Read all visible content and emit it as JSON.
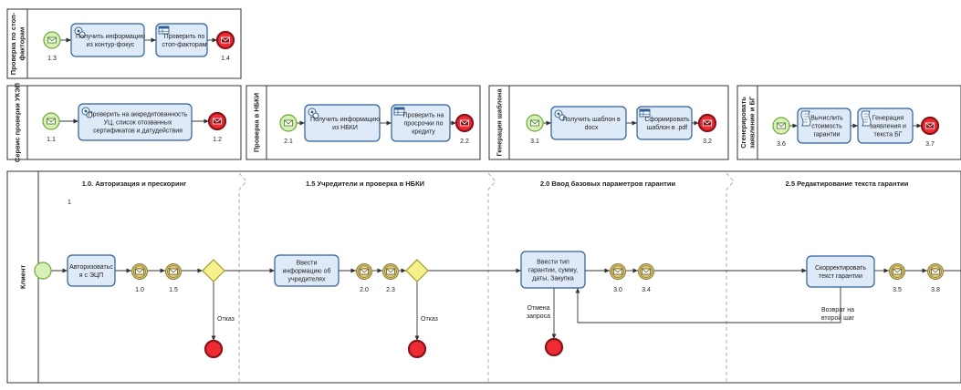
{
  "pools": [
    {
      "label_lines": [
        "Проверка по стоп-",
        "факторам"
      ]
    },
    {
      "label_lines": [
        "Сервис проверки УКЭП"
      ]
    },
    {
      "label_lines": [
        "Проверка в НБКИ"
      ]
    },
    {
      "label_lines": [
        "Генерация шаблона"
      ]
    },
    {
      "label_lines": [
        "Сгенерировать",
        "заявление и БГ"
      ]
    },
    {
      "label_lines": [
        "Клиент"
      ]
    }
  ],
  "tasks": [
    {
      "lines": [
        "Получить информацию",
        "из контур-фокус"
      ],
      "icon": "service-task-icon"
    },
    {
      "lines": [
        "Проверить по",
        "стоп-факторам"
      ],
      "icon": "business-rule-icon"
    },
    {
      "lines": [
        "Проверить на аккредитованность",
        "УЦ, список отозванных",
        "сертификатов и датудействия"
      ],
      "icon": "service-task-icon"
    },
    {
      "lines": [
        "Получить информацию",
        "из НБКИ"
      ],
      "icon": "service-task-icon"
    },
    {
      "lines": [
        "Проверить на",
        "просрочки по",
        "кредиту"
      ],
      "icon": "business-rule-icon"
    },
    {
      "lines": [
        "Получить шаблон в",
        "docx"
      ],
      "icon": "service-task-icon"
    },
    {
      "lines": [
        "Сформировать",
        "шаблон в .pdf"
      ],
      "icon": "business-rule-icon"
    },
    {
      "lines": [
        "Вычислить",
        "стоимость",
        "гарантии"
      ],
      "icon": "script-task-icon"
    },
    {
      "lines": [
        "Генерация",
        "заявления и",
        "текста БГ"
      ],
      "icon": "script-task-icon"
    },
    {
      "lines": [
        "Авторизоватьс",
        "я с ЭЦП"
      ],
      "icon": ""
    },
    {
      "lines": [
        "Ввести",
        "информацию об",
        "учредителях"
      ],
      "icon": ""
    },
    {
      "lines": [
        "Ввести тип",
        "гарантии, сумму,",
        "даты, Закупка"
      ],
      "icon": ""
    },
    {
      "lines": [
        "Скорректировать",
        "текст гарантии"
      ],
      "icon": ""
    }
  ],
  "event_labels": [
    "1.3",
    "1.4",
    "1.1",
    "1.2",
    "2.1",
    "2.2",
    "3.1",
    "3.2",
    "3.6",
    "3.7",
    "1.0",
    "1.5",
    "2.0",
    "2.3",
    "3.0",
    "3.4",
    "3.5",
    "3.8"
  ],
  "lane_headers": [
    "1.0. Авторизация и прескоринг",
    "1.5 Учредители и проверка в НБКИ",
    "2.0 Ввод базовых параметров гарантии",
    "2.5 Редактирование текста гарантии"
  ],
  "flow_labels": {
    "otkaz": "Отказ",
    "cancel_lines": [
      "Отмена",
      "запроса"
    ],
    "return_lines": [
      "Возврат на",
      "второй шаг"
    ]
  },
  "annotation_one": "1",
  "colors": {
    "task_fill": "#dfeaf8",
    "task_stroke": "#2d5f98",
    "start_fill": "#d6f0b8",
    "start_stroke": "#6ea835",
    "end_fill": "#ee2a33",
    "end_stroke": "#8a1218",
    "intermediate_fill": "#dcc97a",
    "intermediate_stroke": "#8a7a33",
    "gateway_fill": "#f6f18a",
    "gateway_stroke": "#a39a2b",
    "line": "#333333",
    "pool_stroke": "#333333",
    "separator": "#999999"
  }
}
